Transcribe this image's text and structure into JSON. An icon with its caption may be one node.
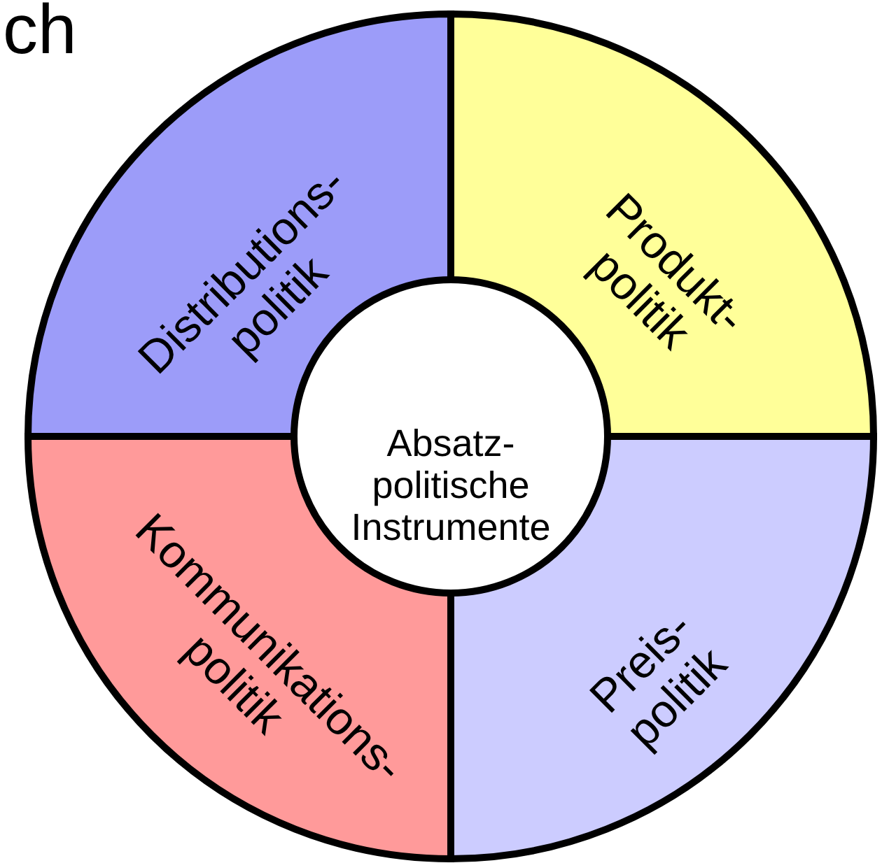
{
  "diagram": {
    "nodes": [
      {
        "text": [
          "Distributions- politik"
        ]
      },
      {
        "text": [
          "Produkt- politik"
        ]
      },
      {
        "text": [
          "Kommunikations- politik"
        ]
      },
      {
        "text": [
          "Preis- politik"
        ]
      },
      {
        "text": [
          "Absatz- politische Instrumente"
        ]
      }
    ],
    "labels": [
      "ch"
    ]
  }
}
